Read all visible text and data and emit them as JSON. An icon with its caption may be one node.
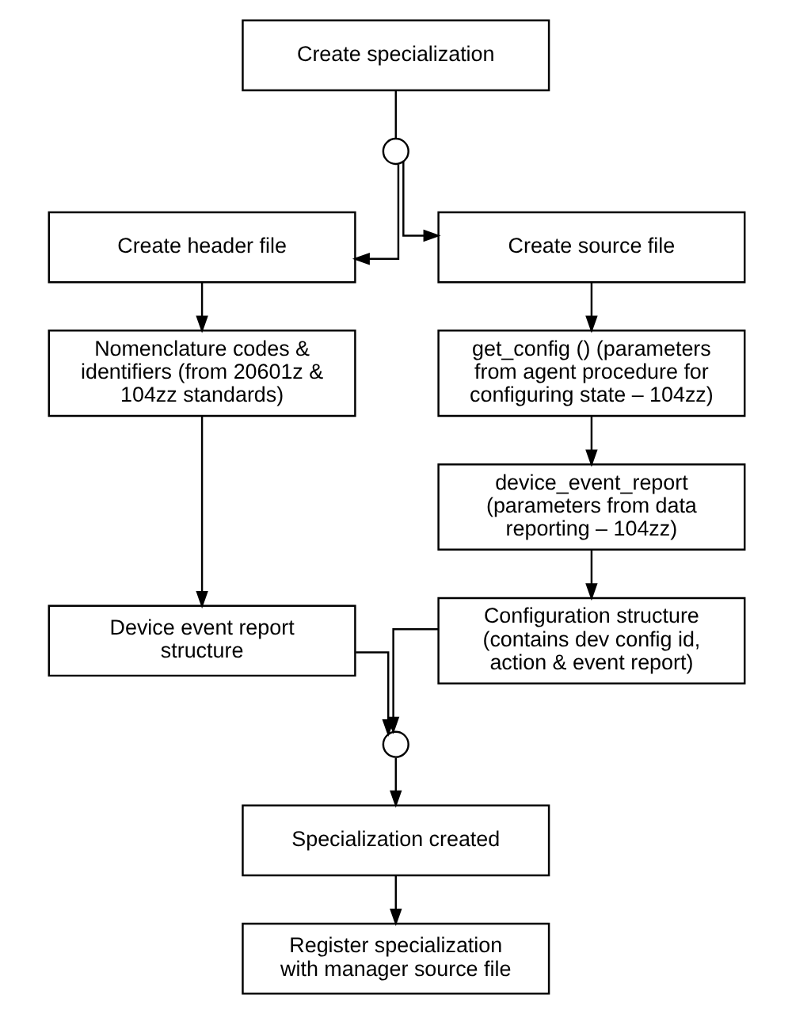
{
  "diagram": {
    "nodes": [
      {
        "text": [
          "Create specialization"
        ]
      },
      {
        "text": [],
        "shape": "circle"
      },
      {
        "text": [
          "Create header file"
        ]
      },
      {
        "text": [
          "Create source file"
        ]
      },
      {
        "text": [
          "Nomenclature codes & identifiers (from 20601z & 104zz standards)"
        ]
      },
      {
        "text": [
          "get_config () (parameters from agent procedure for configuring state – 104zz)"
        ]
      },
      {
        "text": [
          "Device event report structure"
        ]
      },
      {
        "text": [
          "device_event_report (parameters from data reporting – 104zz)"
        ]
      },
      {
        "text": [
          "Configuration structure (contains dev config id, action & event report)"
        ]
      },
      {
        "text": [],
        "shape": "circle"
      },
      {
        "text": [
          "Specialization created"
        ]
      },
      {
        "text": [
          "Register specialization with manager source file"
        ]
      }
    ],
    "edges": [
      {
        "from": 0,
        "to": 1,
        "arrow": "none"
      },
      {
        "from": 1,
        "to": 2,
        "arrow": "to"
      },
      {
        "from": 1,
        "to": 3,
        "arrow": "to"
      },
      {
        "from": 2,
        "to": 4,
        "arrow": "to"
      },
      {
        "from": 3,
        "to": 5,
        "arrow": "to"
      },
      {
        "from": 4,
        "to": 6,
        "arrow": "to"
      },
      {
        "from": 5,
        "to": 7,
        "arrow": "to"
      },
      {
        "from": 7,
        "to": 8,
        "arrow": "to"
      },
      {
        "from": 6,
        "to": 9,
        "arrow": "to"
      },
      {
        "from": 8,
        "to": 9,
        "arrow": "to"
      },
      {
        "from": 9,
        "to": 10,
        "arrow": "to"
      },
      {
        "from": 10,
        "to": 11,
        "arrow": "to"
      }
    ]
  }
}
